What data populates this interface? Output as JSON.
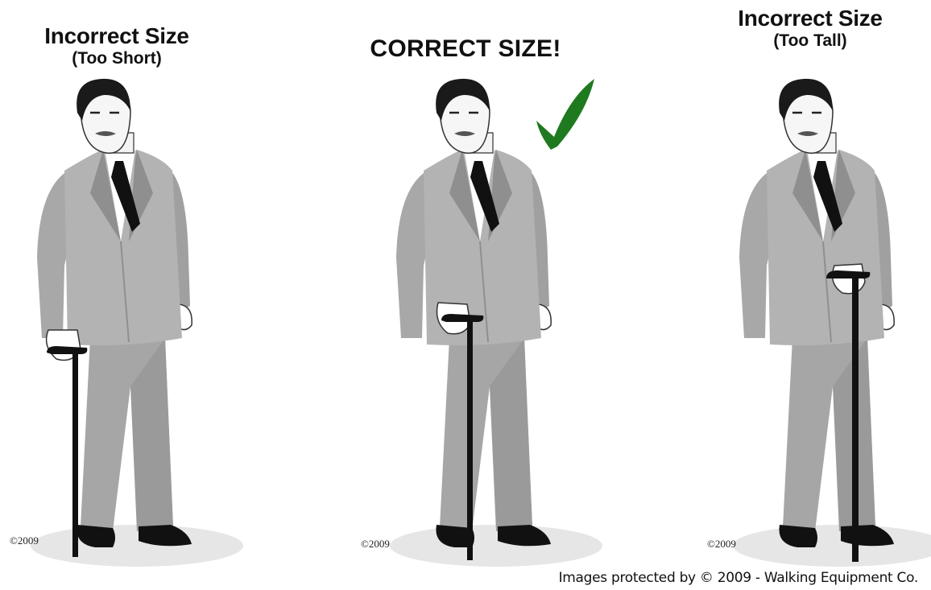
{
  "panels": {
    "short": {
      "title": "Incorrect Size",
      "subtitle": "(Too Short)",
      "copyright": "©2009"
    },
    "correct": {
      "title": "CORRECT SIZE!",
      "copyright": "©2009"
    },
    "tall": {
      "title": "Incorrect Size",
      "subtitle": "(Too Tall)",
      "copyright": "©2009"
    }
  },
  "footer": {
    "credit": "Images protected by © 2009 - Walking Equipment Co."
  },
  "colors": {
    "suit": "#b3b3b3",
    "suit_shadow": "#8f8f8f",
    "hair": "#1a1a1a",
    "checkmark": "#1f7a1f",
    "floor": "#e6e6e6"
  },
  "icons": {
    "approval": "checkmark-icon"
  }
}
